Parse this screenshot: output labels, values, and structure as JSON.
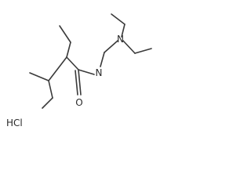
{
  "molecule": {
    "atoms": {
      "N1": "N",
      "N2": "N",
      "O": "O"
    },
    "salt": "HCl",
    "colors": {
      "bond": "#3a3a3a",
      "text": "#2a2a2a",
      "background": "#ffffff"
    }
  }
}
